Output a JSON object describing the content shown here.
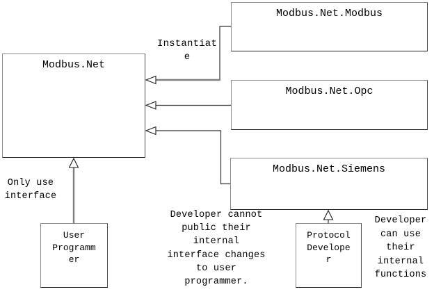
{
  "diagram_title": "Modbus.Net architecture diagram",
  "colors": {
    "background": "#ffffff",
    "text": "#000000",
    "line": "#333333",
    "thick_line": "#7f7f7f",
    "box_border": "#8a8a8a",
    "box_border_dark": "#1c1c1c",
    "box_border_right": "#4a4a4a"
  },
  "boxes": {
    "modbus_net": {
      "label": "Modbus.Net"
    },
    "modbus_net_modbus": {
      "label": "Modbus.Net.Modbus"
    },
    "modbus_net_opc": {
      "label": "Modbus.Net.Opc"
    },
    "modbus_net_siemens": {
      "label": "Modbus.Net.Siemens"
    },
    "user_programmer": {
      "label": "User\nProgramm\ner"
    },
    "protocol_developer": {
      "label": "Protocol\nDevelope\nr"
    }
  },
  "annotations": {
    "instantiate": "Instantiat\ne",
    "only_use_interface": "Only use\ninterface",
    "developer_cannot": "Developer cannot\npublic their\ninternal\ninterface changes\nto user\nprogrammer.",
    "developer_can": "Developer\ncan use\ntheir\ninternal\nfunctions"
  },
  "connectors": [
    {
      "name": "instantiate-arrow",
      "from": "Modbus.Net.Modbus",
      "to": "Modbus.Net",
      "style": "hollow-triangle"
    },
    {
      "name": "opc-arrow",
      "from": "Modbus.Net.Opc",
      "to": "Modbus.Net",
      "style": "hollow-triangle"
    },
    {
      "name": "siemens-arrow",
      "from": "Modbus.Net.Siemens",
      "to": "Modbus.Net",
      "style": "hollow-triangle"
    },
    {
      "name": "user-programmer-arrow",
      "from": "User Programmer",
      "to": "Modbus.Net",
      "style": "hollow-triangle"
    },
    {
      "name": "protocol-developer-arrow",
      "from": "Protocol Developer",
      "to": "Modbus.Net.Siemens",
      "style": "hollow-triangle"
    }
  ]
}
